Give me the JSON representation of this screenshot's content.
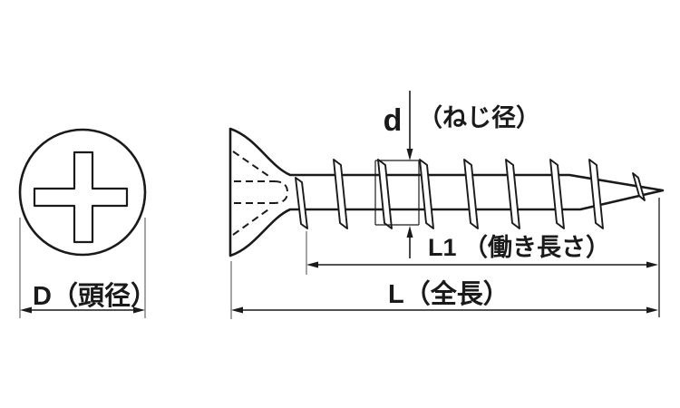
{
  "diagram": {
    "labels": {
      "thread_diameter_symbol": "d",
      "thread_diameter_name": "（ねじ径）",
      "working_length": "L1 （働き長さ）",
      "total_length": "L（全長）",
      "head_diameter": "D（頭径）"
    },
    "colors": {
      "line": "#1a1a1a",
      "extension_line": "#8e8e8e",
      "background": "#ffffff"
    }
  }
}
